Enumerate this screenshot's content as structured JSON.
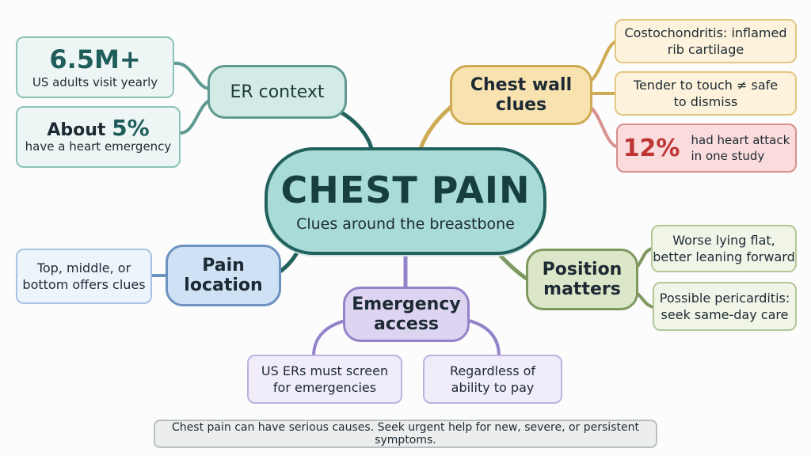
{
  "center": {
    "title": "CHEST PAIN",
    "subtitle": "Clues around the breastbone"
  },
  "branches": {
    "er_context": {
      "title": "ER context",
      "leaves": [
        {
          "stat": "6.5M+",
          "text": "US adults visit yearly"
        },
        {
          "lead": "About",
          "stat": "5%",
          "text": "have a heart emergency"
        }
      ]
    },
    "chest_wall": {
      "title_line1": "Chest wall",
      "title_line2": "clues",
      "leaves": [
        {
          "line1": "Costochondritis: inflamed",
          "line2": "rib cartilage"
        },
        {
          "line1": "Tender to touch ≠ safe",
          "line2": "to dismiss"
        },
        {
          "stat": "12%",
          "line1": "had heart attack",
          "line2": "in one study"
        }
      ]
    },
    "pain_location": {
      "title_line1": "Pain",
      "title_line2": "location",
      "leaves": [
        {
          "line1": "Top, middle, or",
          "line2": "bottom offers clues"
        }
      ]
    },
    "position_matters": {
      "title_line1": "Position",
      "title_line2": "matters",
      "leaves": [
        {
          "line1": "Worse lying flat,",
          "line2": "better leaning forward"
        },
        {
          "line1": "Possible pericarditis:",
          "line2": "seek same-day care"
        }
      ]
    },
    "emergency_access": {
      "title_line1": "Emergency",
      "title_line2": "access",
      "leaves": [
        {
          "line1": "US ERs must screen",
          "line2": "for emergencies"
        },
        {
          "line1": "Regardless of",
          "line2": "ability to pay"
        }
      ]
    }
  },
  "footer": "Chest pain can have serious causes. Seek urgent help for new, severe, or persistent symptoms.",
  "colors": {
    "center": "#23615e",
    "er": "#5f9a92",
    "chest_wall": "#cfaa55",
    "location": "#6c92c0",
    "position": "#7f9860",
    "emergency": "#9483c8",
    "alert": "#bf3535"
  }
}
